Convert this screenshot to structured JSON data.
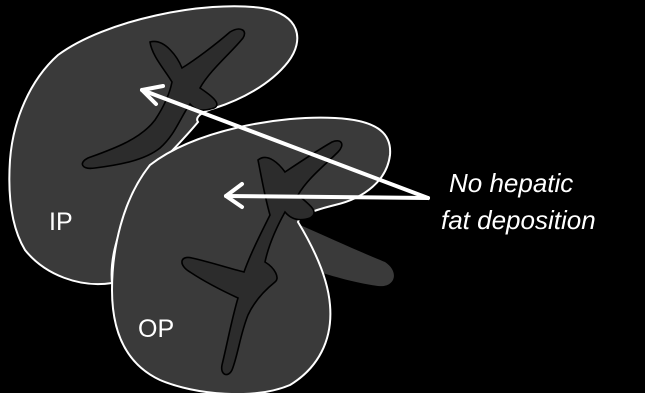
{
  "labels": {
    "ip": "IP",
    "op": "OP"
  },
  "annotation": {
    "line1": "No hepatic",
    "line2": "fat deposition"
  },
  "colors": {
    "background": "#000000",
    "organ_fill": "#3a3a3a",
    "organ_outline": "#ffffff",
    "vessel_fill": "#2c2c2c",
    "arrow": "#ffffff",
    "text": "#ffffff"
  }
}
